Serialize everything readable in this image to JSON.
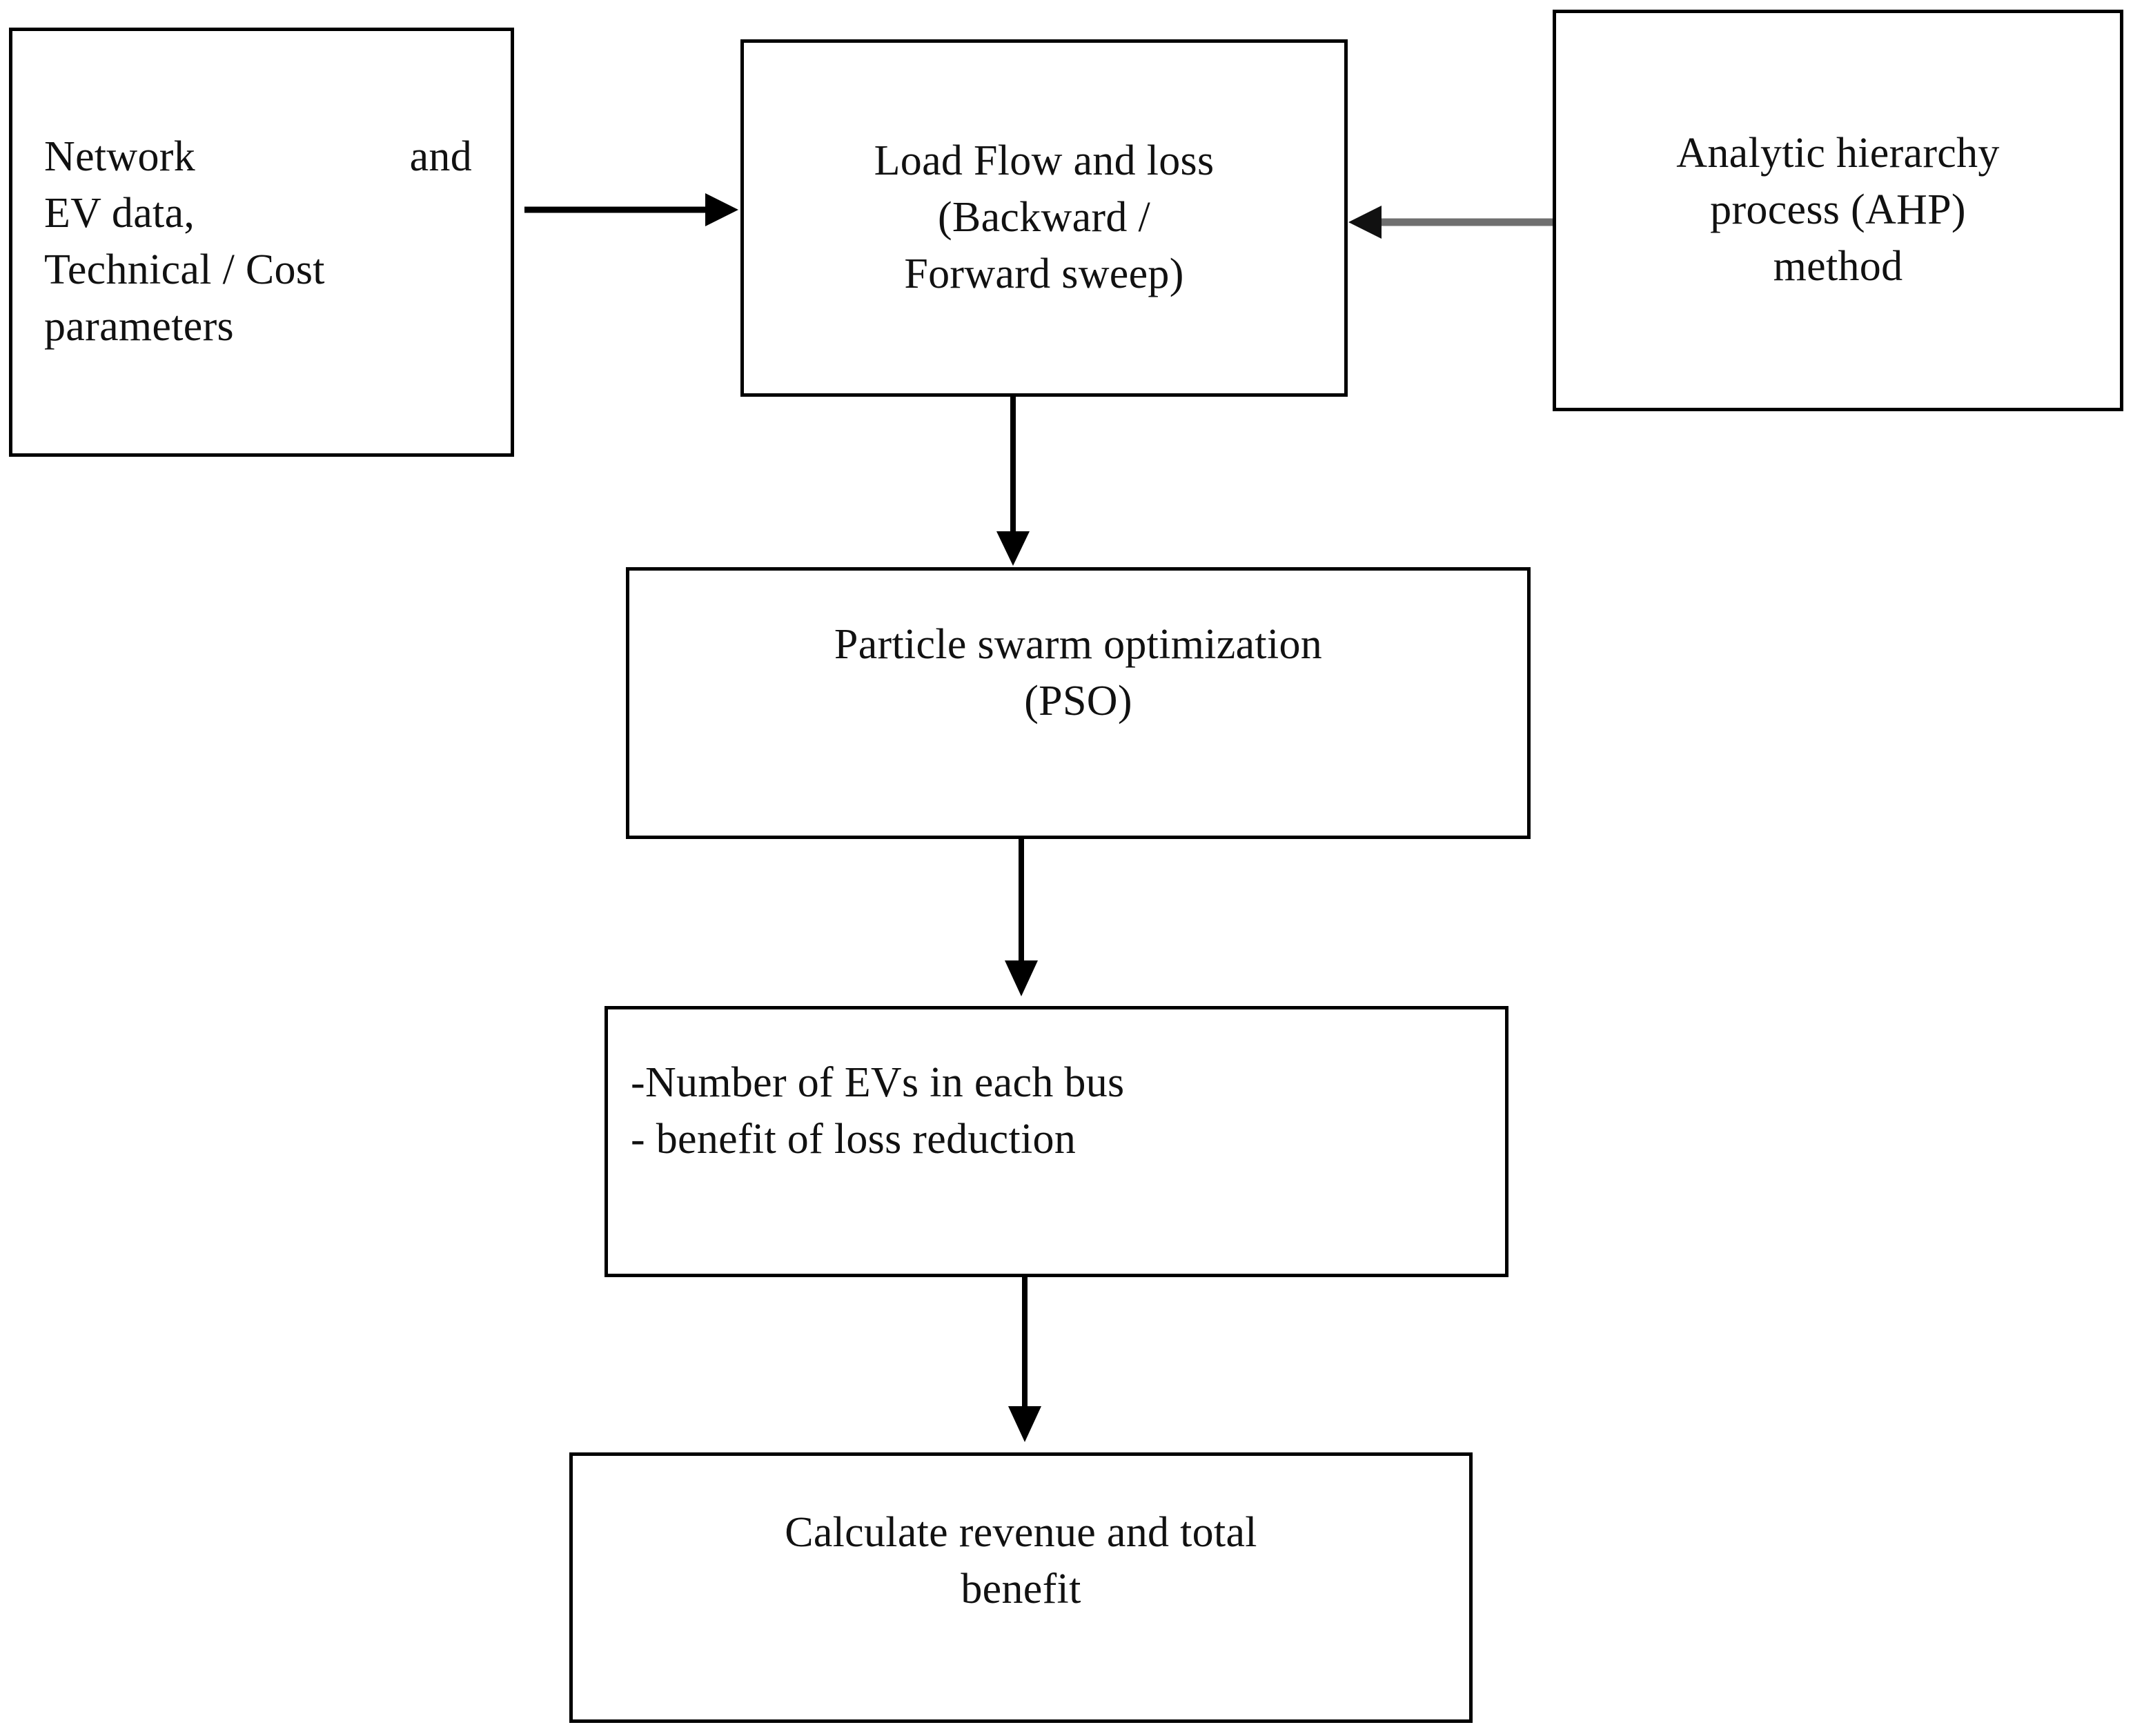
{
  "diagram": {
    "title": "EV charging station planning flowchart",
    "background": "#ffffff",
    "line_color": "#000000",
    "accent_gray": "#7a7a7a",
    "nodes": [
      {
        "id": "input",
        "lines": [
          "Network",
          "and",
          "EV data,",
          "Technical / Cost",
          "parameters"
        ]
      },
      {
        "id": "loadflow",
        "lines": [
          "Load Flow and loss",
          "(Backward /",
          "Forward sweep)"
        ]
      },
      {
        "id": "ahp",
        "lines": [
          "Analytic hierarchy",
          "process (AHP)",
          "method"
        ]
      },
      {
        "id": "pso",
        "lines": [
          "Particle swarm optimization",
          "(PSO)"
        ]
      },
      {
        "id": "results",
        "lines": [
          "-Number of EVs in each bus",
          "- benefit of loss reduction"
        ]
      },
      {
        "id": "revenue",
        "lines": [
          "Calculate revenue and total",
          "benefit"
        ]
      }
    ],
    "connectors": [
      {
        "id": "input-to-loadflow",
        "from": "input",
        "to": "loadflow",
        "direction": "right",
        "color": "#000000"
      },
      {
        "id": "ahp-to-loadflow",
        "from": "ahp",
        "to": "loadflow",
        "direction": "left",
        "color": "#6f6f6f"
      },
      {
        "id": "loadflow-to-pso",
        "from": "loadflow",
        "to": "pso",
        "direction": "down",
        "color": "#000000"
      },
      {
        "id": "pso-to-results",
        "from": "pso",
        "to": "results",
        "direction": "down",
        "color": "#000000"
      },
      {
        "id": "results-to-revenue",
        "from": "results",
        "to": "revenue",
        "direction": "down",
        "color": "#000000"
      }
    ]
  }
}
